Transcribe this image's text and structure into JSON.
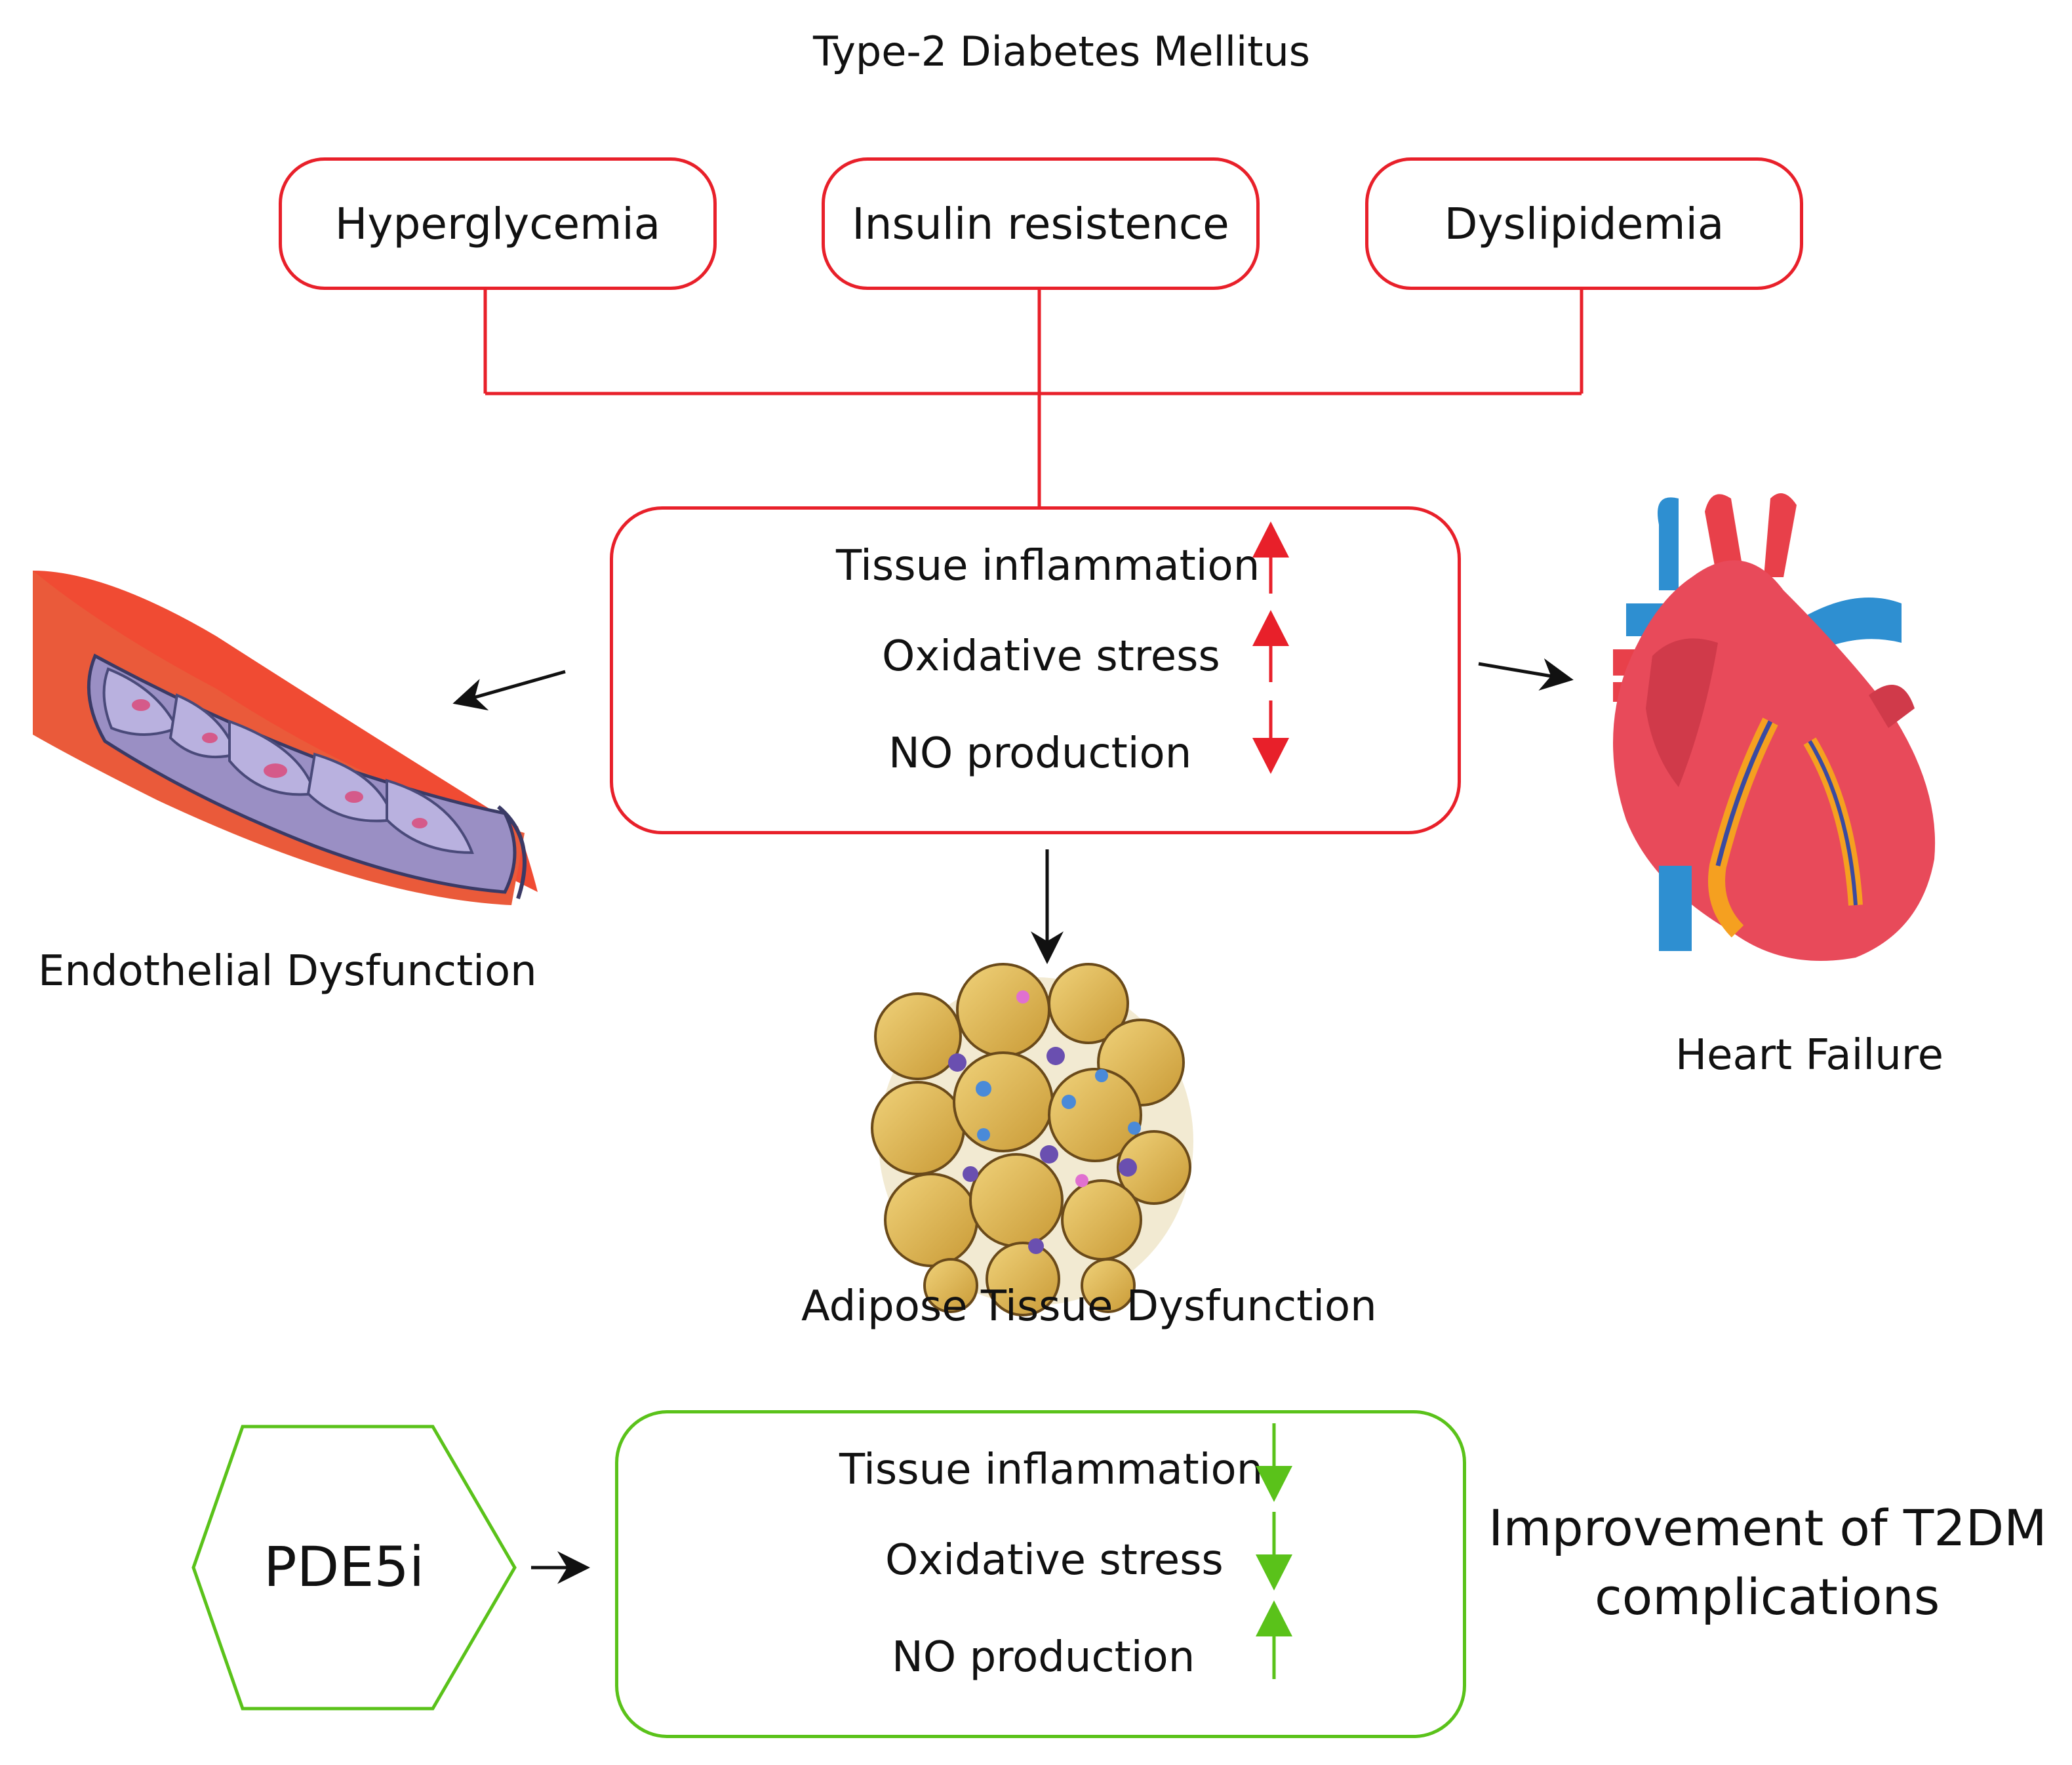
{
  "title": "Type-2 Diabetes Mellitus",
  "causes": [
    {
      "label": "Hyperglycemia"
    },
    {
      "label": "Insulin resistence"
    },
    {
      "label": "Dyslipidemia"
    }
  ],
  "effects_box": {
    "items": [
      {
        "label": "Tissue inflammation",
        "direction": "up"
      },
      {
        "label": "Oxidative stress",
        "direction": "up"
      },
      {
        "label": "NO production",
        "direction": "down"
      }
    ],
    "arrow_color": "#e8202a"
  },
  "outcomes": {
    "endothelial": "Endothelial Dysfunction",
    "adipose": "Adipose Tissue Dysfunction",
    "heart": "Heart Failure"
  },
  "treatment": {
    "drug": "PDE5i",
    "items": [
      {
        "label": "Tissue inflammation",
        "direction": "down"
      },
      {
        "label": "Oxidative stress",
        "direction": "down"
      },
      {
        "label": "NO production",
        "direction": "up"
      }
    ],
    "arrow_color": "#5ac21a",
    "result_line1": "Improvement of T2DM",
    "result_line2": "complications"
  }
}
